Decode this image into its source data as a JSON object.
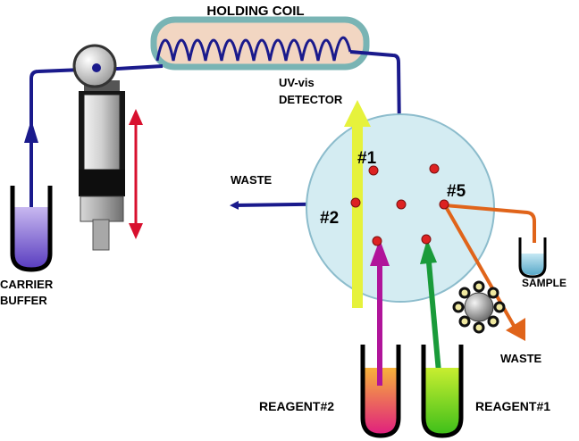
{
  "labels": {
    "holding_coil": "HOLDING COIL",
    "detector_line1": "UV-vis",
    "detector_line2": "DETECTOR",
    "waste_left": "WASTE",
    "waste_right": "WASTE",
    "carrier_line1": "CARRIER",
    "carrier_line2": "BUFFER",
    "sample": "SAMPLE",
    "reagent2": "REAGENT#2",
    "reagent1": "REAGENT#1",
    "port1": "#1",
    "port2": "#2",
    "port5": "#5"
  },
  "colors": {
    "flow_line": "#1a1a8c",
    "coil_housing": "#f2d6c2",
    "coil_border": "#79b4b4",
    "valve_fill": "#d4ecf2",
    "port_dot": "#dd2222",
    "detector_arrow": "#e6f23c",
    "reagent2_line": "#b0149a",
    "reagent1_line": "#1a9b3a",
    "sample_line": "#e0641a",
    "piston_arrow": "#d8102e"
  },
  "icons": {
    "syringe": "syringe-pump-icon",
    "pump_head": "pump-head-icon",
    "autosampler": "autosampler-carousel-icon"
  }
}
